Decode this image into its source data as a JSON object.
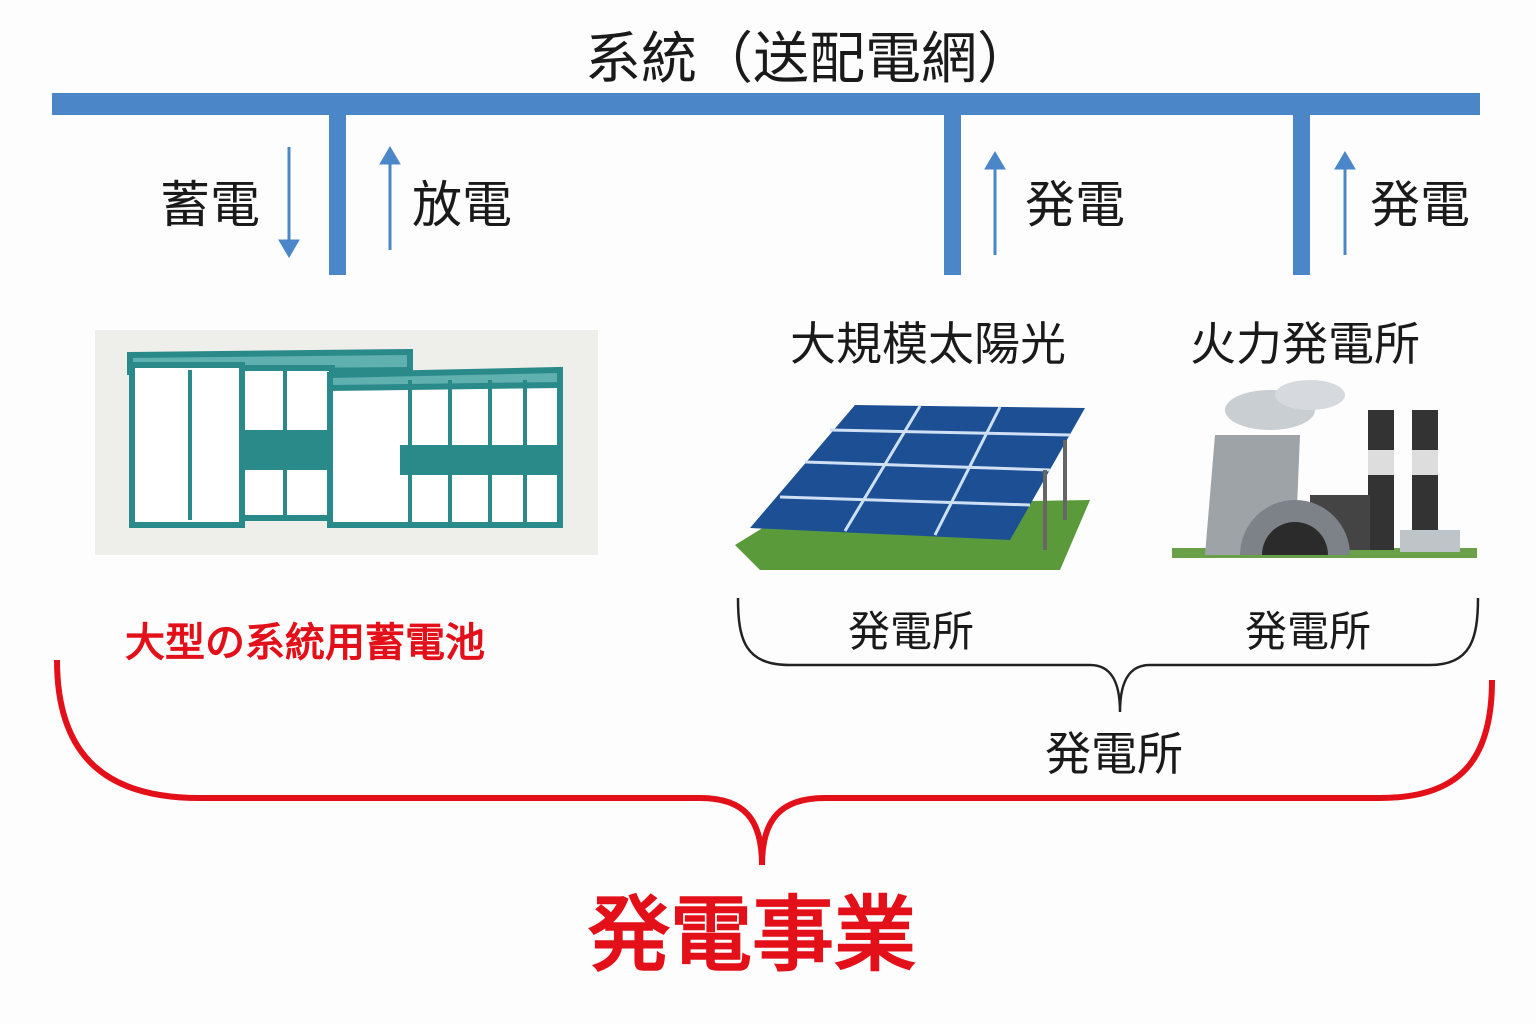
{
  "title": "系統（送配電網）",
  "flows": {
    "charge": "蓄電",
    "discharge": "放電",
    "solar_generation": "発電",
    "thermal_generation": "発電"
  },
  "facilities": {
    "battery": "大型の系統用蓄電池",
    "solar": "大規模太陽光",
    "thermal": "火力発電所"
  },
  "braces": {
    "solar_plant": "発電所",
    "thermal_plant": "発電所",
    "combined_plants": "発電所",
    "business": "発電事業"
  },
  "colors": {
    "grid_blue": "#4a86c8",
    "accent_red": "#e3101a"
  }
}
